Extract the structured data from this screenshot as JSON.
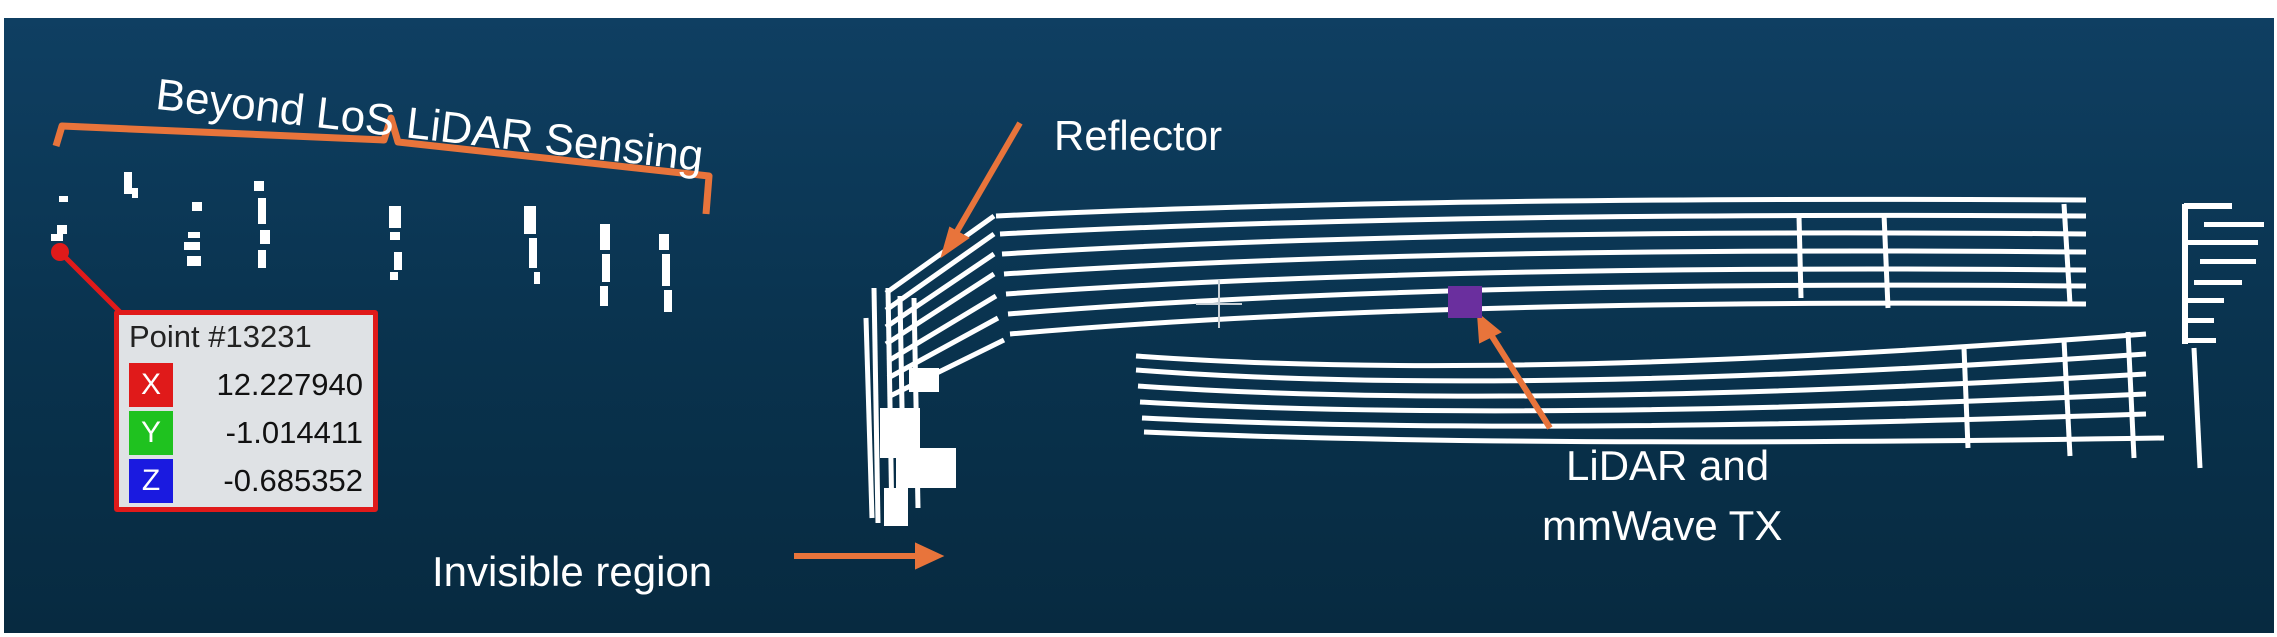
{
  "labels": {
    "title": "Beyond LoS LiDAR Sensing",
    "reflector": "Reflector",
    "invisible_region": "Invisible region",
    "tx_line1": "LiDAR and",
    "tx_line2": "mmWave TX"
  },
  "point_info": {
    "title": "Point #13231",
    "x_label": "X",
    "x_value": "12.227940",
    "y_label": "Y",
    "y_value": "-1.014411",
    "z_label": "Z",
    "z_value": "-0.685352"
  },
  "colors": {
    "background_top": "#0f3f62",
    "background_bottom": "#072a40",
    "annotation_orange": "#e8743b",
    "points": "#ffffff",
    "selected_point": "#e01a1a",
    "x_tag": "#e01a1a",
    "y_tag": "#1fc21f",
    "z_tag": "#1a1ae0",
    "tx_marker": "#6a2f9e"
  },
  "icons": [
    "crosshair-icon",
    "tx-marker-icon",
    "selected-point-icon"
  ]
}
